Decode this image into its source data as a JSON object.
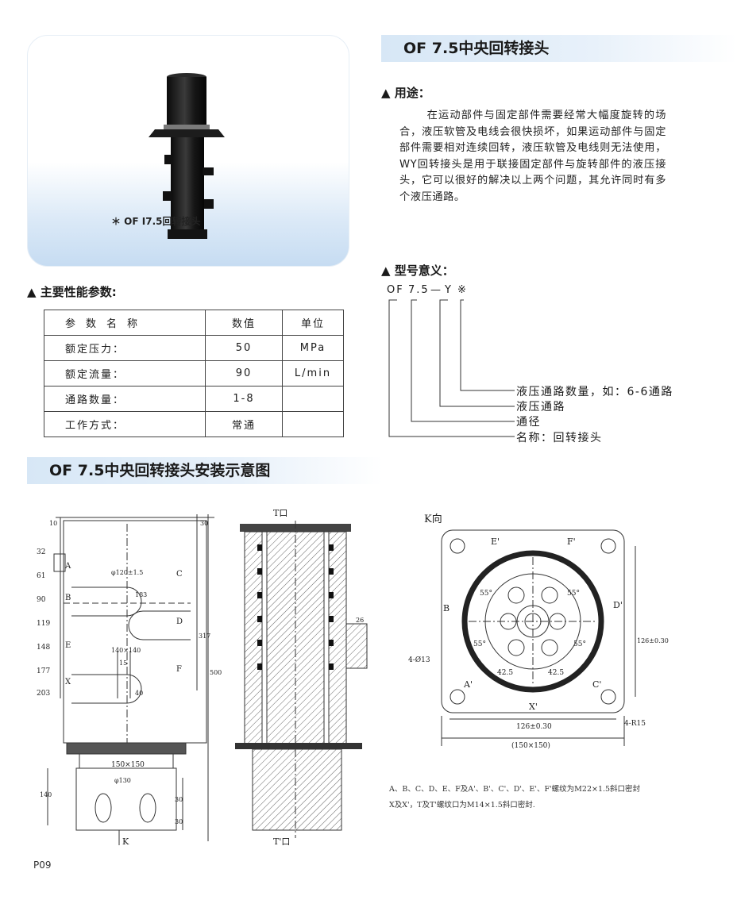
{
  "header": {
    "title_prefix": "OF",
    "title_rest": "7.5中央回转接头"
  },
  "photo": {
    "caption": "＊ OF Ⅰ7.5回转接头"
  },
  "usage": {
    "heading": "▲ 用途：",
    "text": "在运动部件与固定部件需要经常大幅度旋转的场合，液压软管及电线会很快损坏，如果运动部件与固定部件需要相对连续回转，液压软管及电线则无法使用，WY回转接头是用于联接固定部件与旋转部件的液压接头，它可以很好的解决以上两个问题，其允许同时有多个液压通路。"
  },
  "params": {
    "heading": "▲ 主要性能参数:",
    "headers": [
      "参数名称",
      "数值",
      "单位"
    ],
    "rows": [
      [
        "额定压力：",
        "50",
        "MPa"
      ],
      [
        "额定流量：",
        "90",
        "L/min"
      ],
      [
        "通路数量：",
        "1-8",
        ""
      ],
      [
        "工作方式：",
        "常通",
        ""
      ]
    ]
  },
  "model": {
    "heading": "▲ 型号意义：",
    "code_parts": [
      "OF",
      "7.5",
      "—",
      "Y",
      "※"
    ],
    "labels": [
      "液压通路数量，如：6-6通路",
      "液压通路",
      "通径",
      "名称：回转接头"
    ]
  },
  "install": {
    "title_prefix": "OF",
    "title_rest": "7.5中央回转接头安装示意图"
  },
  "drawing_left": {
    "dims_left": [
      "32",
      "61",
      "90",
      "119",
      "148",
      "177",
      "203"
    ],
    "ports_left": [
      "A",
      "B",
      "E",
      "X"
    ],
    "ports_right": [
      "C",
      "D",
      "F"
    ],
    "top_small": [
      "10",
      "30"
    ],
    "inner": [
      "φ120±1.5",
      "183",
      "140×140",
      "15",
      "40"
    ],
    "right_dims": [
      "317",
      "500"
    ],
    "lower": [
      "150×150",
      "φ130",
      "140",
      "30",
      "30"
    ],
    "k_label": "K"
  },
  "drawing_mid": {
    "t_top": "T口",
    "t_bottom": "T'口",
    "side": "26"
  },
  "drawing_right": {
    "title": "K向",
    "ports": [
      "E'",
      "F'",
      "B",
      "D'",
      "A'",
      "X'",
      "C'"
    ],
    "angles": [
      "55°",
      "55°",
      "55°",
      "55°"
    ],
    "dims": [
      "42.5",
      "42.5",
      "4-Ø13",
      "126±0.30",
      "126±0.30",
      "(150×150)",
      "4-R15"
    ]
  },
  "note": {
    "line1": "A、B、C、D、E、F及A'、B'、C'、D'、E'、F'螺纹为M22×1.5斜口密封",
    "line2": "X及X'，T及T'螺纹口为M14×1.5斜口密封."
  },
  "page_number": "P09"
}
